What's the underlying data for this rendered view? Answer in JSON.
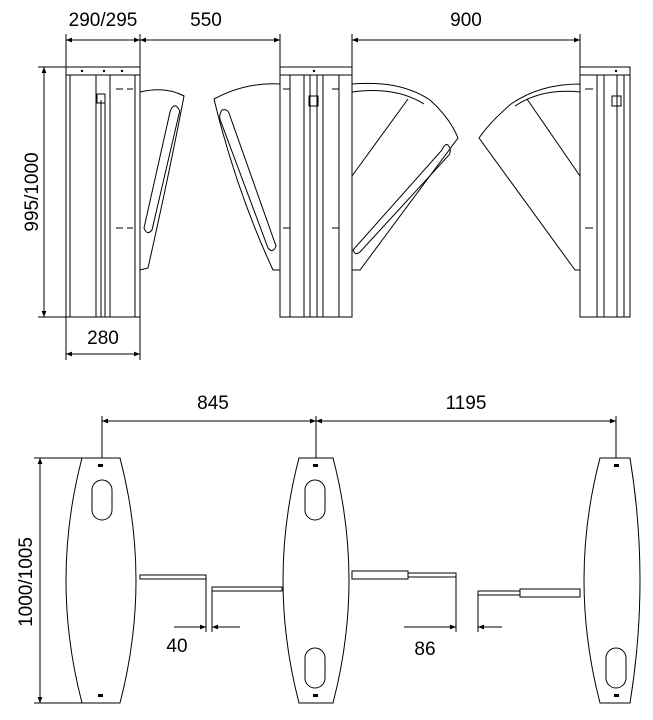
{
  "drawing": {
    "dimensions": {
      "pillar_width_top": "290/295",
      "gap_side": "550",
      "gap_wide": "900",
      "pillar_height": "995/1000",
      "pillar_base": "280",
      "pitch_left": "845",
      "pitch_right": "1195",
      "plan_length": "1000/1005",
      "flap_gap_closed": "40",
      "flap_gap_wide": "86"
    },
    "colors": {
      "line": "#000000",
      "background": "#ffffff"
    }
  }
}
